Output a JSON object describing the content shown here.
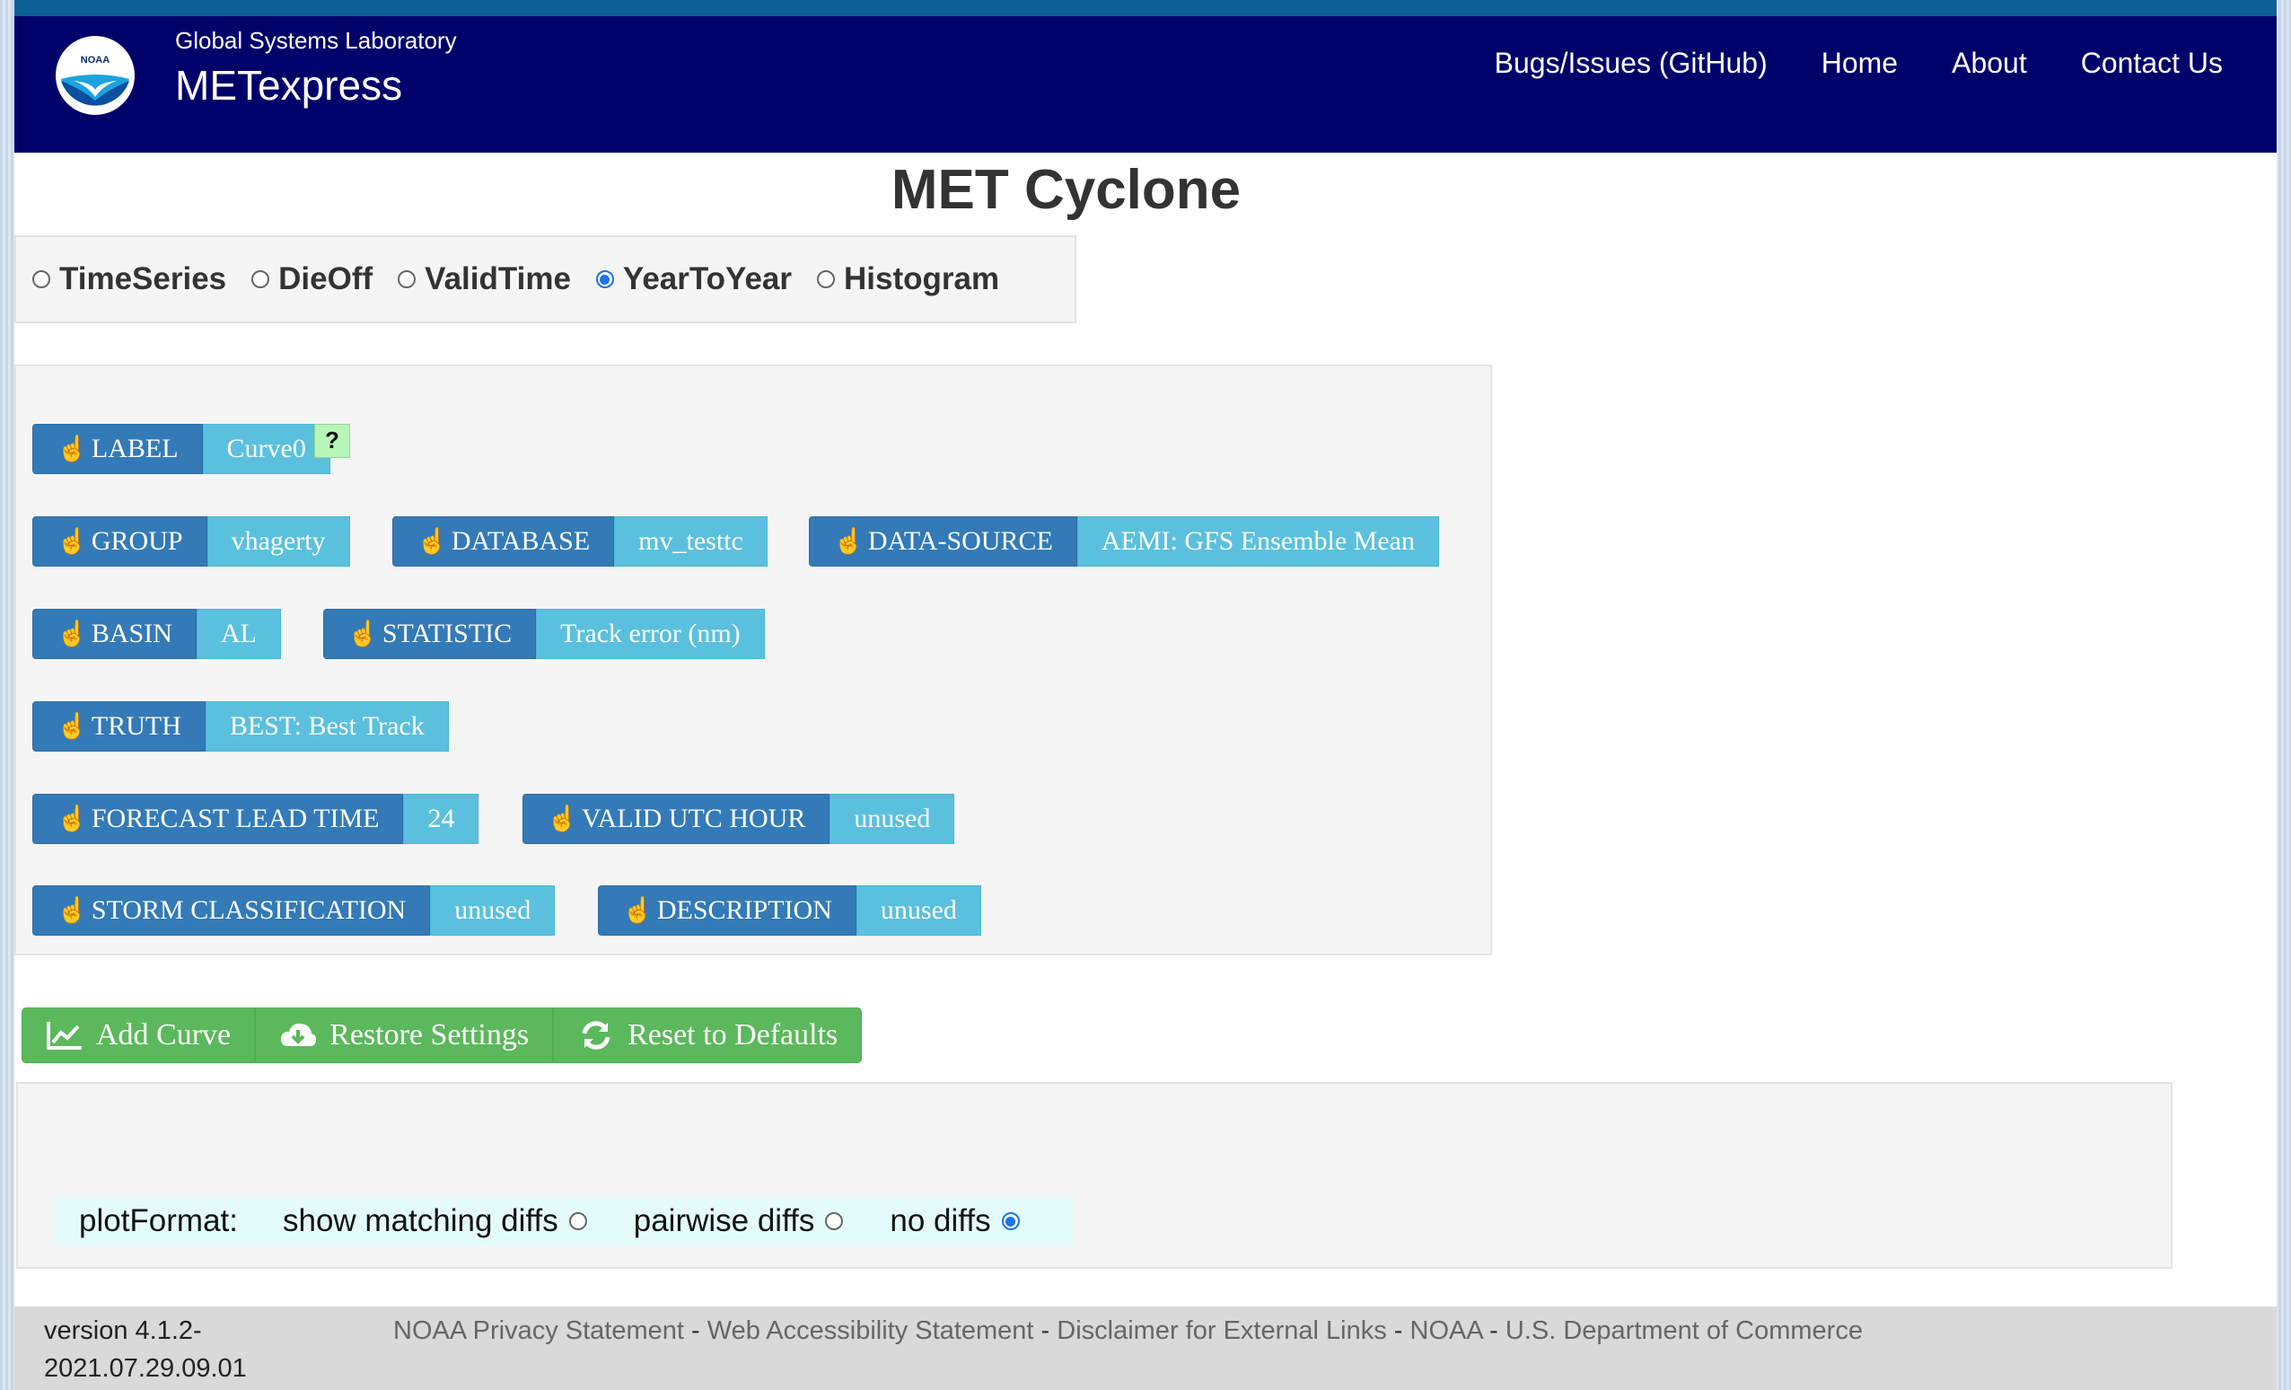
{
  "navbar": {
    "org": "Global Systems Laboratory",
    "app": "METexpress",
    "logo_text": "NOAA",
    "links": [
      "Bugs/Issues (GitHub)",
      "Home",
      "About",
      "Contact Us"
    ]
  },
  "title": "MET Cyclone",
  "plot_types": [
    {
      "label": "TimeSeries",
      "selected": false
    },
    {
      "label": "DieOff",
      "selected": false
    },
    {
      "label": "ValidTime",
      "selected": false
    },
    {
      "label": "YearToYear",
      "selected": true
    },
    {
      "label": "Histogram",
      "selected": false
    }
  ],
  "curve": {
    "label": {
      "key": "LABEL",
      "value": "Curve0"
    },
    "group": {
      "key": "GROUP",
      "value": "vhagerty"
    },
    "database": {
      "key": "DATABASE",
      "value": "mv_testtc"
    },
    "data_source": {
      "key": "DATA-SOURCE",
      "value": "AEMI: GFS Ensemble Mean"
    },
    "basin": {
      "key": "BASIN",
      "value": "AL"
    },
    "statistic": {
      "key": "STATISTIC",
      "value": "Track error (nm)"
    },
    "truth": {
      "key": "TRUTH",
      "value": "BEST: Best Track"
    },
    "forecast_lead": {
      "key": "FORECAST LEAD TIME",
      "value": "24"
    },
    "valid_hour": {
      "key": "VALID UTC HOUR",
      "value": "unused"
    },
    "storm_class": {
      "key": "STORM CLASSIFICATION",
      "value": "unused"
    },
    "description": {
      "key": "DESCRIPTION",
      "value": "unused"
    },
    "help": "?"
  },
  "buttons": {
    "add_curve": "Add Curve",
    "restore": "Restore Settings",
    "reset": "Reset to Defaults"
  },
  "plot_format": {
    "label": "plotFormat:",
    "options": [
      {
        "label": "show matching diffs",
        "selected": false
      },
      {
        "label": "pairwise diffs",
        "selected": false
      },
      {
        "label": "no diffs",
        "selected": true
      }
    ]
  },
  "footer": {
    "version_line1": "version 4.1.2-",
    "version_line2": "2021.07.29.09.01",
    "links": [
      "NOAA Privacy Statement",
      "Web Accessibility Statement",
      "Disclaimer for External Links",
      "NOAA",
      "U.S. Department of Commerce"
    ],
    "separator": " - "
  },
  "colors": {
    "navbar": "#00006b",
    "selector_key": "#337ab7",
    "selector_value": "#5bc0de",
    "button_green": "#5cb85c",
    "radio_selected": "#1a73e8"
  }
}
